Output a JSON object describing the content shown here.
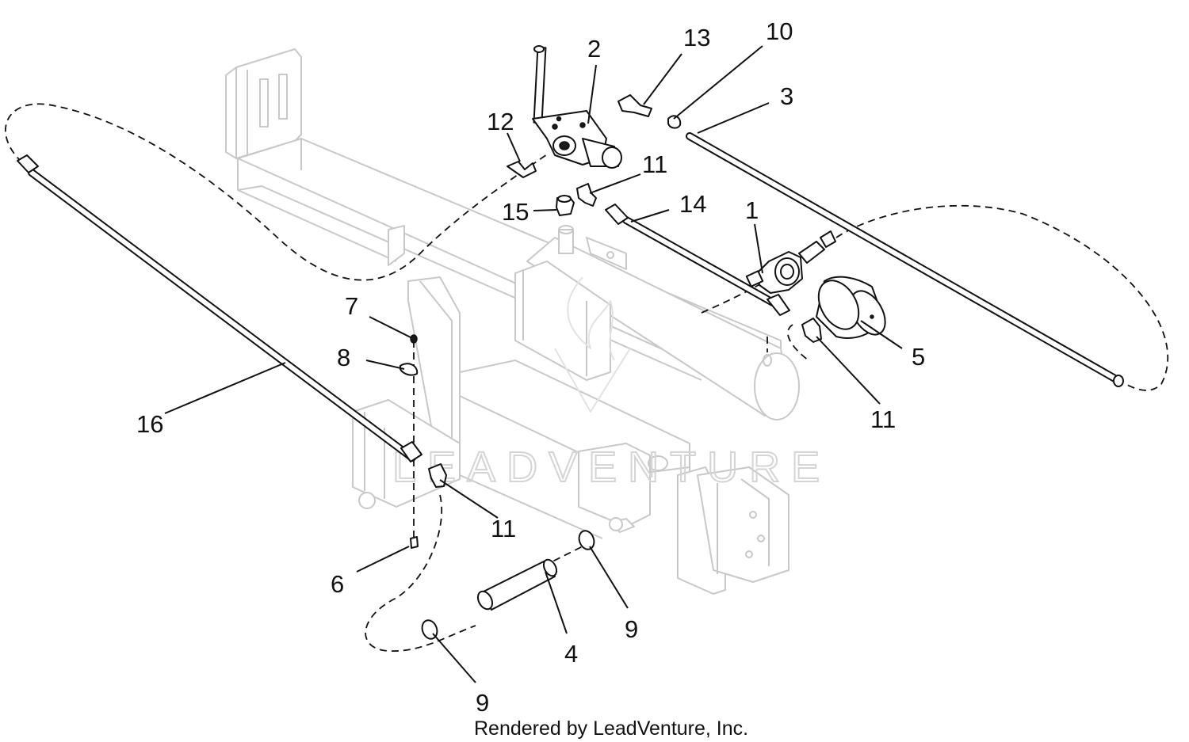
{
  "callouts": {
    "c1": "1",
    "c2": "2",
    "c3": "3",
    "c4": "4",
    "c5": "5",
    "c6": "6",
    "c7": "7",
    "c8": "8",
    "c9a": "9",
    "c9b": "9",
    "c10": "10",
    "c11a": "11",
    "c11b": "11",
    "c11c": "11",
    "c12": "12",
    "c13": "13",
    "c14": "14",
    "c15": "15",
    "c16": "16"
  },
  "watermark": "LEADVENTURE",
  "footer": "Rendered by LeadVenture, Inc."
}
